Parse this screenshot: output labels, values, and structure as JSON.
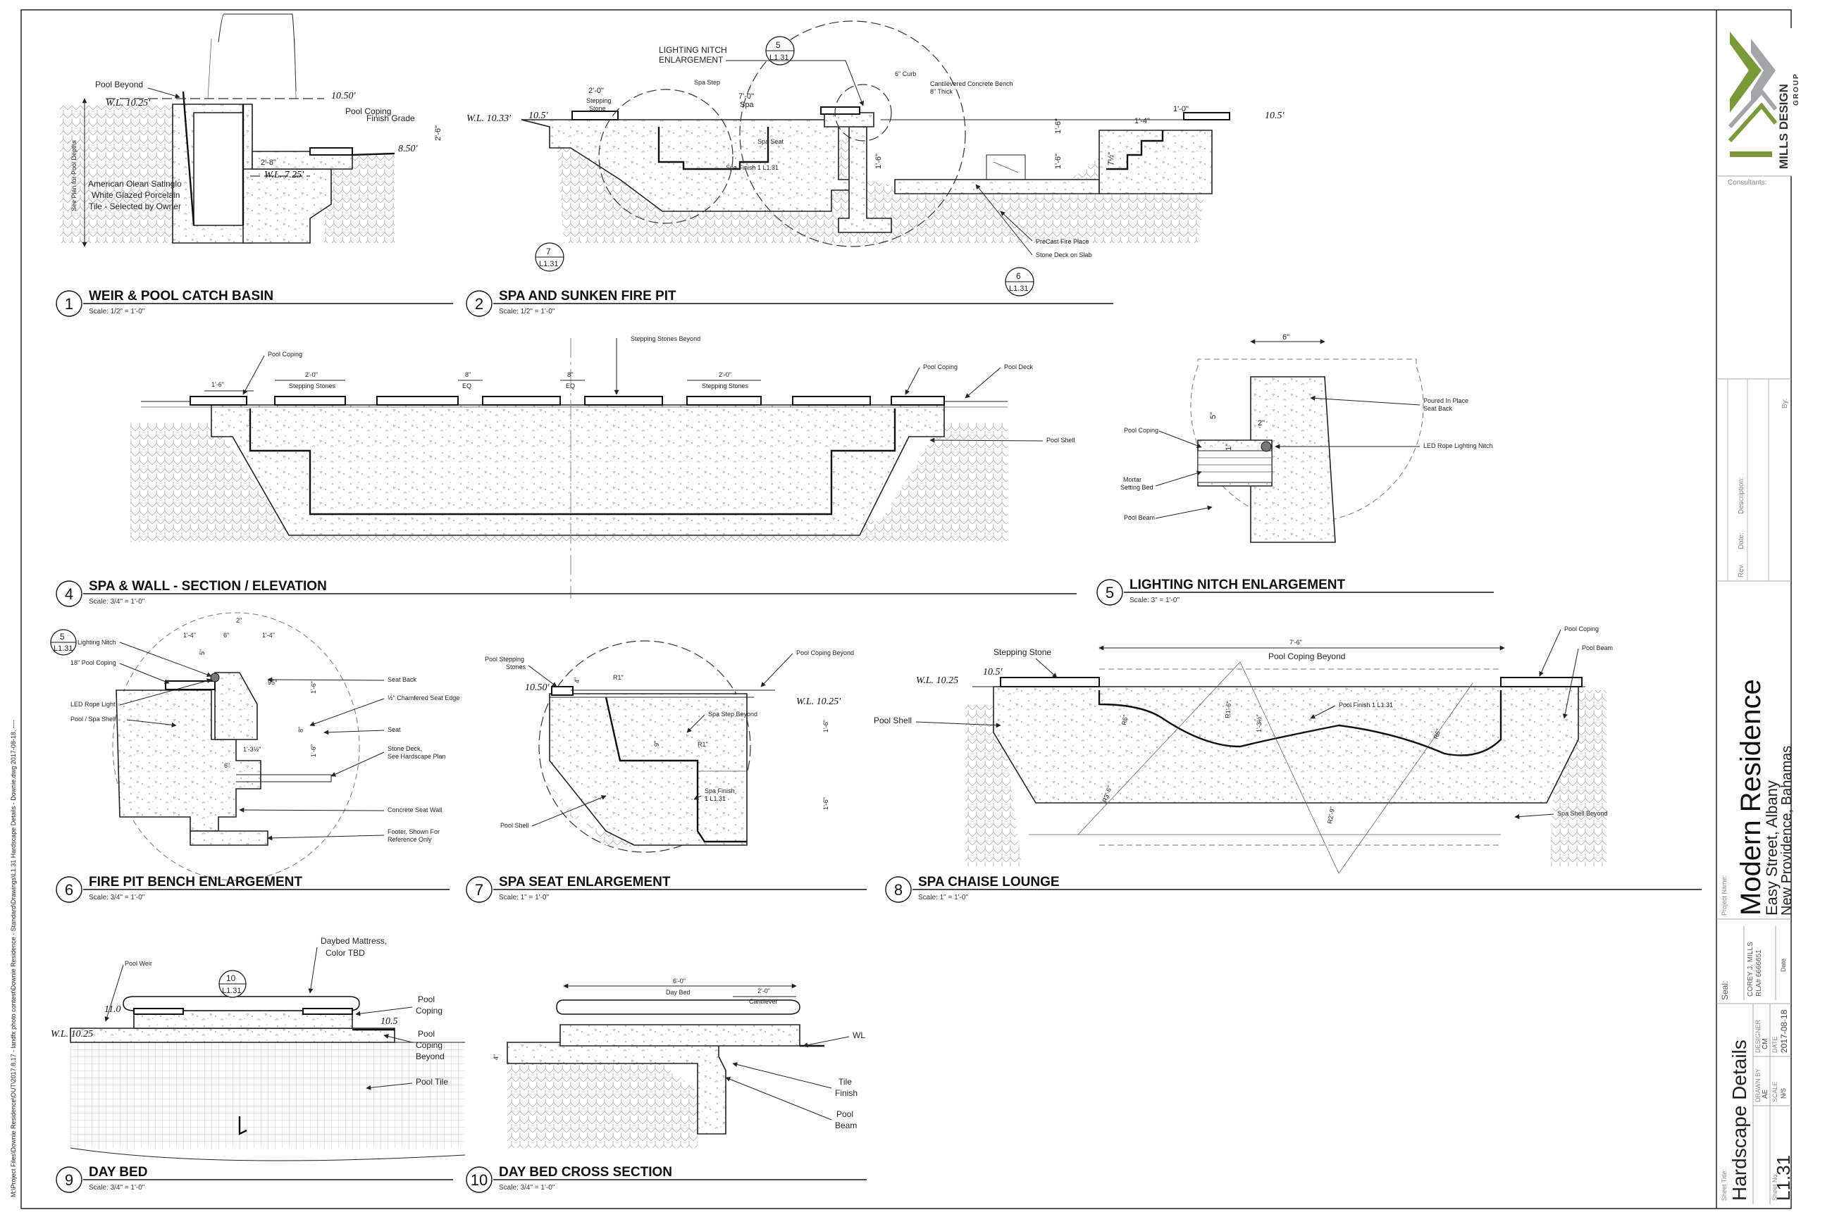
{
  "border_path_text": "M:\\Project Files\\Downie Residence\\OUT\\2017.8.17 - landfx photo contest\\Downie Residence - Standard\\Drawings\\L1.31 Hardscape Details - Downie.dwg 2017-08-18, ----",
  "details": [
    {
      "number": "1",
      "title": "WEIR & POOL CATCH BASIN",
      "scale": "Scale: 1/2\" = 1'-0\""
    },
    {
      "number": "2",
      "title": "SPA AND SUNKEN FIRE PIT",
      "scale": "Scale: 1/2\" = 1'-0\""
    },
    {
      "number": "4",
      "title": "SPA & WALL - SECTION / ELEVATION",
      "scale": "Scale: 3/4\" = 1'-0\""
    },
    {
      "number": "5",
      "title": "LIGHTING NITCH ENLARGEMENT",
      "scale": "Scale: 3\" = 1'-0\""
    },
    {
      "number": "6",
      "title": "FIRE PIT BENCH ENLARGEMENT",
      "scale": "Scale: 3/4\" = 1'-0\""
    },
    {
      "number": "7",
      "title": "SPA SEAT ENLARGEMENT",
      "scale": "Scale: 1\" = 1'-0\""
    },
    {
      "number": "8",
      "title": "SPA CHAISE LOUNGE",
      "scale": "Scale: 1\" = 1'-0\""
    },
    {
      "number": "9",
      "title": "DAY BED",
      "scale": "Scale: 3/4\" = 1'-0\""
    },
    {
      "number": "10",
      "title": "DAY BED CROSS SECTION",
      "scale": "Scale: 3/4\" = 1'-0\""
    }
  ],
  "d1": {
    "pool_beyond": "Pool Beyond",
    "wl": "W.L. 10.25'",
    "elev_top": "10.50'",
    "pool_coping": "Pool Coping",
    "finish_grade": "Finish Grade",
    "elev_grade": "8.50'",
    "dim_2_8": "2'-8\"",
    "dim_2_6": "2'-6\"",
    "wl2": "W.L. 7.25'",
    "tile_1": "American Olean Satinglo",
    "tile_2": "White Glazed Porcelain",
    "tile_3": "Tile - Selected by Owner",
    "side_note": "See Plan for Pool Depths"
  },
  "d2": {
    "lighting_1": "LIGHTING NITCH",
    "lighting_2": "ENLARGEMENT",
    "callout5_num": "5",
    "callout5_sheet": "L1.31",
    "spa_step": "Spa Step",
    "curb": "6\" Curb",
    "cantilever_1": "Cantilevered Concrete Bench",
    "cantilever_2": "8\" Thick",
    "wl": "W.L. 10.33'",
    "elev_left": "10.5'",
    "elev_right": "10.5'",
    "dim_2_0": "2'-0\"",
    "stepping_1": "Stepping",
    "stepping_2": "Stone",
    "dim_7_0": "7'-0\"",
    "spa": "Spa",
    "spa_seat": "Spa Seat",
    "spa_finish": "Spa Finish 1 L1.31",
    "dim_1_6a": "1'-6\"",
    "dim_1_6b": "1'-6\"",
    "dim_1_4": "1'-4\"",
    "dim_1_0": "1'-0\"",
    "dim_frac": "7½\"",
    "precast": "PreCast Fire Place",
    "stone_deck": "Stone Deck on Slab",
    "callout7_num": "7",
    "callout7_sheet": "L1.31",
    "callout6_num": "6",
    "callout6_sheet": "L1.31"
  },
  "d4": {
    "pool_coping": "Pool Coping",
    "stepping_beyond": "Stepping Stones Beyond",
    "pool_coping_r": "Pool Coping",
    "pool_deck": "Pool Deck",
    "pool_shell": "Pool Shell",
    "dim_1_6": "1'-6\"",
    "dim_2_0a": "2'-0\"",
    "stepping_a": "Stepping Stones",
    "dim_8a": "8\"",
    "eq_a": "EQ",
    "dim_8b": "8\"",
    "eq_b": "EQ",
    "dim_2_0b": "2'-0\"",
    "stepping_b": "Stepping Stones"
  },
  "d5": {
    "dim_6": "6\"",
    "dim_5": "5\"",
    "dim_2": "2\"",
    "dim_1": "1\"",
    "poured_1": "Poured In Place",
    "poured_2": "Seat Back",
    "pool_coping": "Pool Coping",
    "led": "LED Rope Lighting Nitch",
    "mortar_1": "Mortar",
    "mortar_2": "Setting Bed",
    "pool_beam": "Pool Beam"
  },
  "d6": {
    "callout_num": "5",
    "callout_sheet": "L1.31",
    "lighting": "Lighting Nitch",
    "coping": "18\" Pool Coping",
    "led": "LED Rope Light",
    "shell": "Pool / Spa Shell",
    "dim_2": "2\"",
    "dim_1_4a": "1'-4\"",
    "dim_6": "6\"",
    "dim_1_4b": "1'-4\"",
    "dim_5": "5\"",
    "angle": "95°",
    "dim_1_6": "1'-6\"",
    "dim_1_3": "1'-3½\"",
    "dim_1_6b": "1'-6\"",
    "dim_8": "8\"",
    "dim_6b": "6\"",
    "seat_back": "Seat Back",
    "chamfer": "½\" Chamfered Seat Edge",
    "seat": "Seat",
    "stone_1": "Stone Deck,",
    "stone_2": "See Hardscape Plan",
    "concrete_wall": "Concrete Seat Wall",
    "footer_1": "Footer, Shown For",
    "footer_2": "Reference Only"
  },
  "d7": {
    "pool_stepping_1": "Pool Stepping",
    "pool_stepping_2": "Stones",
    "elev": "10.50'",
    "dim_4": "4\"",
    "r1a": "R1\"",
    "coping_beyond": "Pool Coping Beyond",
    "wl": "W.L. 10.25'",
    "dim_9": "9\"",
    "r1b": "R1\"",
    "spa_step": "Spa Step Beyond",
    "dim_1_6a": "1'-6\"",
    "dim_1_6b": "1'-6\"",
    "spa_finish_1": "Spa Finish",
    "spa_finish_2": "1 L1.31",
    "pool_shell": "Pool Shell"
  },
  "d8": {
    "stepping": "Stepping Stone",
    "dim_7_6": "7'-6\"",
    "coping_beyond": "Pool Coping Beyond",
    "pool_coping": "Pool Coping",
    "pool_beam": "Pool Beam",
    "wl": "W.L. 10.25",
    "elev": "10.5'",
    "pool_shell": "Pool Shell",
    "pool_finish": "Pool Finish 1 L1.31",
    "r6a": "R6\"",
    "r1_6": "R1'-6\"",
    "dim_1_3": "1'-3½\"",
    "r6b": "R6\"",
    "r3_6": "R3'-6\"",
    "r2_9": "R2'-9\"",
    "spa_shell": "Spa Shell Beyond"
  },
  "d9": {
    "pool_weir": "Pool Weir",
    "daybed_1": "Daybed Mattress,",
    "daybed_2": "Color TBD",
    "callout_num": "10",
    "callout_sheet": "L1.31",
    "elev_11": "11.0",
    "elev_10_5": "10.5",
    "wl": "W.L. 10.25",
    "pool_coping": "Pool",
    "pool_coping_2": "Coping",
    "coping_beyond_1": "Pool",
    "coping_beyond_2": "Coping",
    "coping_beyond_3": "Beyond",
    "pool_tile": "Pool Tile"
  },
  "d10": {
    "dim_6_0": "6'-0\"",
    "day_bed": "Day Bed",
    "dim_2_0": "2'-0\"",
    "cantilever": "Cantilever",
    "wl": "WL",
    "dim_4": "4\"",
    "tile_1": "Tile",
    "tile_2": "Finish",
    "beam_1": "Pool",
    "beam_2": "Beam"
  },
  "title_block": {
    "firm_name": "MILLS DESIGN",
    "firm_sub": "GROUP",
    "consultants": "Consultants:",
    "rev": "Rev.",
    "date": "Date:",
    "description": "Description:",
    "by": "By:",
    "project_name_label": "Project Name:",
    "project_name": "Modern Residence",
    "address_1": "Easy Street, Albany",
    "address_2": "New Providence, Bahamas",
    "seal": "Seal:",
    "seal_name": "COREY J. MILLS",
    "seal_reg": "RLA# 6666651",
    "seal_date": "Date",
    "sheet_title_label": "Sheet Title:",
    "sheet_title": "Hardscape Details",
    "drawn_by_label": "DRAWN BY",
    "drawn_by": "AE",
    "designer_label": "DESIGNER",
    "designer": "CM",
    "date_label": "DATE",
    "date_value": "2017-08-18",
    "scale_label": "SCALE",
    "scale_value": "N/S",
    "sheet_no_label": "Sheet No.",
    "sheet_no": "L1.31"
  }
}
